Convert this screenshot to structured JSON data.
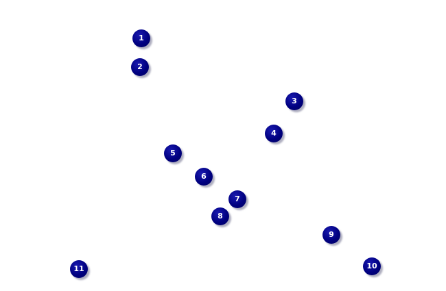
{
  "marker_color": "#000080",
  "markers": [
    {
      "label": "1"
    },
    {
      "label": "2"
    },
    {
      "label": "3"
    },
    {
      "label": "4"
    },
    {
      "label": "5"
    },
    {
      "label": "6"
    },
    {
      "label": "7"
    },
    {
      "label": "8"
    },
    {
      "label": "9"
    },
    {
      "label": "10"
    },
    {
      "label": "11"
    }
  ]
}
